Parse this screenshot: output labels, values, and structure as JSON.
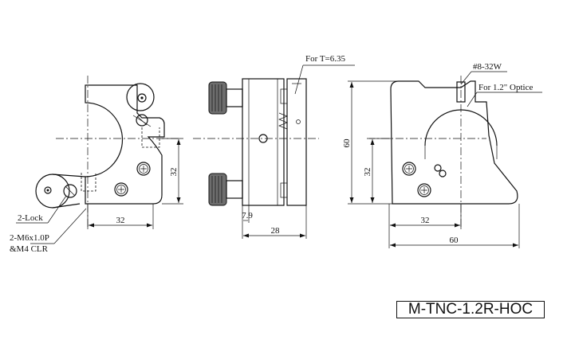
{
  "title_block": {
    "model": "M-TNC-1.2R-HOC"
  },
  "left_view": {
    "labels": {
      "lock": "2-Lock",
      "thread": "2-M6x1.0P",
      "clearance": "&M4 CLR"
    },
    "dims": {
      "height": "32",
      "width": "32"
    }
  },
  "side_view": {
    "labels": {
      "thickness_note": "For T=6.35"
    },
    "dims": {
      "offset": "7.9",
      "depth": "28"
    }
  },
  "right_view": {
    "labels": {
      "screw": "#8-32W",
      "optic": "For 1.2\" Optice"
    },
    "dims": {
      "height_total": "60",
      "height_center": "32",
      "width_center": "32",
      "width_total": "60"
    }
  }
}
